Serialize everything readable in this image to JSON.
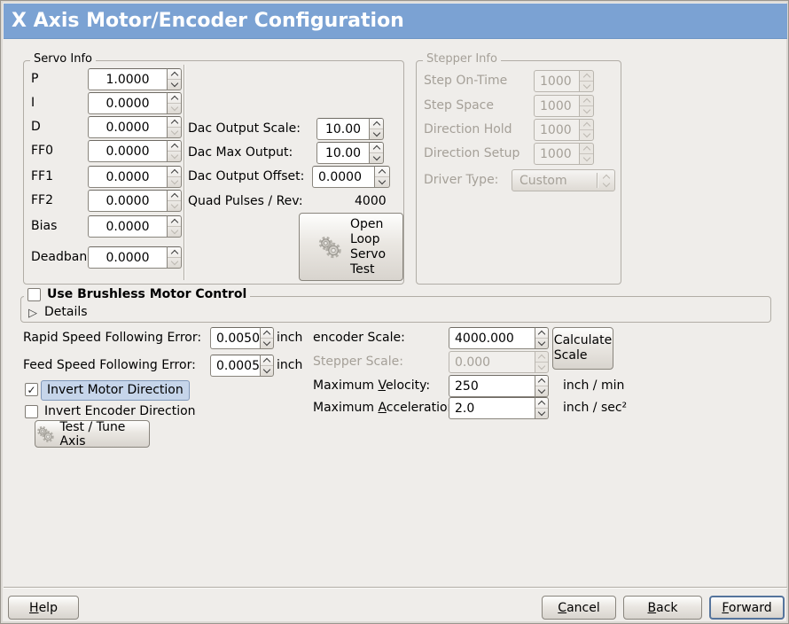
{
  "window": {
    "title": "X Axis Motor/Encoder Configuration"
  },
  "colors": {
    "titlebar": "#7ba2d3",
    "background": "#efedea",
    "focus_highlight": "#c6d5ea"
  },
  "servo": {
    "legend": "Servo Info",
    "fields": [
      {
        "label": "P",
        "value": "1.0000"
      },
      {
        "label": "I",
        "value": "0.0000"
      },
      {
        "label": "D",
        "value": "0.0000"
      },
      {
        "label": "FF0",
        "value": "0.0000"
      },
      {
        "label": "FF1",
        "value": "0.0000"
      },
      {
        "label": "FF2",
        "value": "0.0000"
      },
      {
        "label": "Bias",
        "value": "0.0000"
      },
      {
        "label": "Deadband",
        "value": "0.0000"
      }
    ],
    "dac_fields": [
      {
        "label": "Dac Output Scale:",
        "value": "10.00"
      },
      {
        "label": "Dac Max Output:",
        "value": "10.00"
      },
      {
        "label": "Dac Output Offset:",
        "value": "0.0000"
      }
    ],
    "quad_pulses_label": "Quad Pulses / Rev:",
    "quad_pulses_value": "4000",
    "open_loop_button_lines": [
      "Open",
      "Loop",
      "Servo",
      "Test"
    ]
  },
  "stepper": {
    "legend": "Stepper Info",
    "fields": [
      {
        "label": "Step On-Time",
        "value": "1000"
      },
      {
        "label": "Step Space",
        "value": "1000"
      },
      {
        "label": "Direction Hold",
        "value": "1000"
      },
      {
        "label": "Direction Setup",
        "value": "1000"
      }
    ],
    "driver_type_label": "Driver Type:",
    "driver_type_value": "Custom"
  },
  "brushless": {
    "checkbox_label": "Use Brushless Motor Control",
    "checkbox_state": "",
    "expander_glyph": "▷",
    "details_label": "Details"
  },
  "following_error": [
    {
      "label": "Rapid Speed Following Error:",
      "value": "0.0050",
      "unit": "inch"
    },
    {
      "label": "Feed Speed Following Error:",
      "value": "0.0005",
      "unit": "inch"
    }
  ],
  "scale_section": {
    "encoder_label": "encoder Scale:",
    "encoder_value": "4000.000",
    "calculate_button_lines": [
      "Calculate",
      "Scale"
    ],
    "stepper_label": "Stepper Scale:",
    "stepper_value": "0.000",
    "velocity_label_pre": "Maximum ",
    "velocity_label_u": "V",
    "velocity_label_post": "elocity:",
    "velocity_value": "250",
    "velocity_unit": "inch / min",
    "accel_label_pre": "Maximum ",
    "accel_label_u": "A",
    "accel_label_post": "cceleration:",
    "accel_value": "2.0",
    "accel_unit": "inch / sec²"
  },
  "invert": {
    "motor_label": "Invert Motor Direction",
    "motor_check": "✓",
    "encoder_label": "Invert Encoder Direction",
    "encoder_check": ""
  },
  "test_tune_button": "Test / Tune Axis",
  "footer": {
    "help_u": "H",
    "help_rest": "elp",
    "cancel_u": "C",
    "cancel_rest": "ancel",
    "back_u": "B",
    "back_rest": "ack",
    "forward_u": "F",
    "forward_rest": "orward"
  }
}
